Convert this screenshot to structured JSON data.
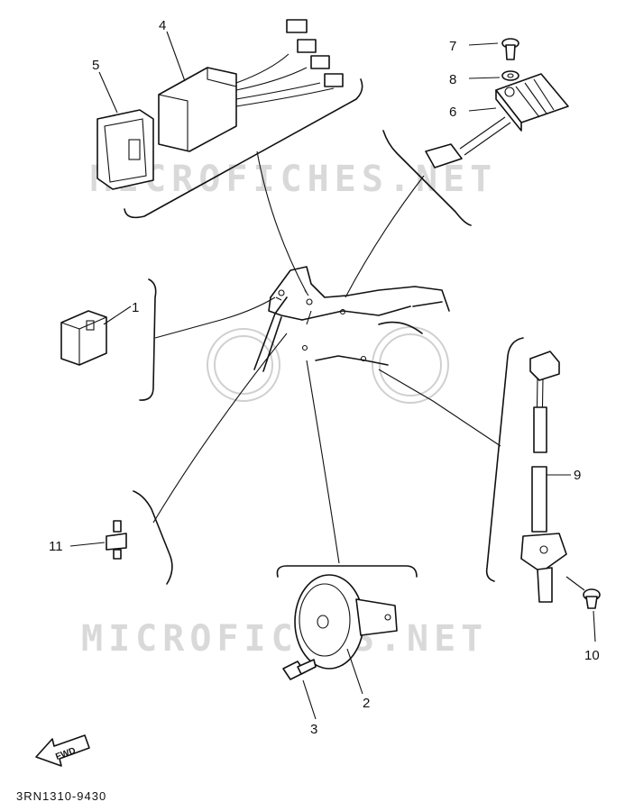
{
  "diagram": {
    "watermark": "MICROFICHES.NET",
    "part_code": "3RN1310-9430",
    "fwd_label": "FWD",
    "callouts": [
      "1",
      "2",
      "3",
      "4",
      "5",
      "6",
      "7",
      "8",
      "9",
      "10",
      "11"
    ]
  }
}
